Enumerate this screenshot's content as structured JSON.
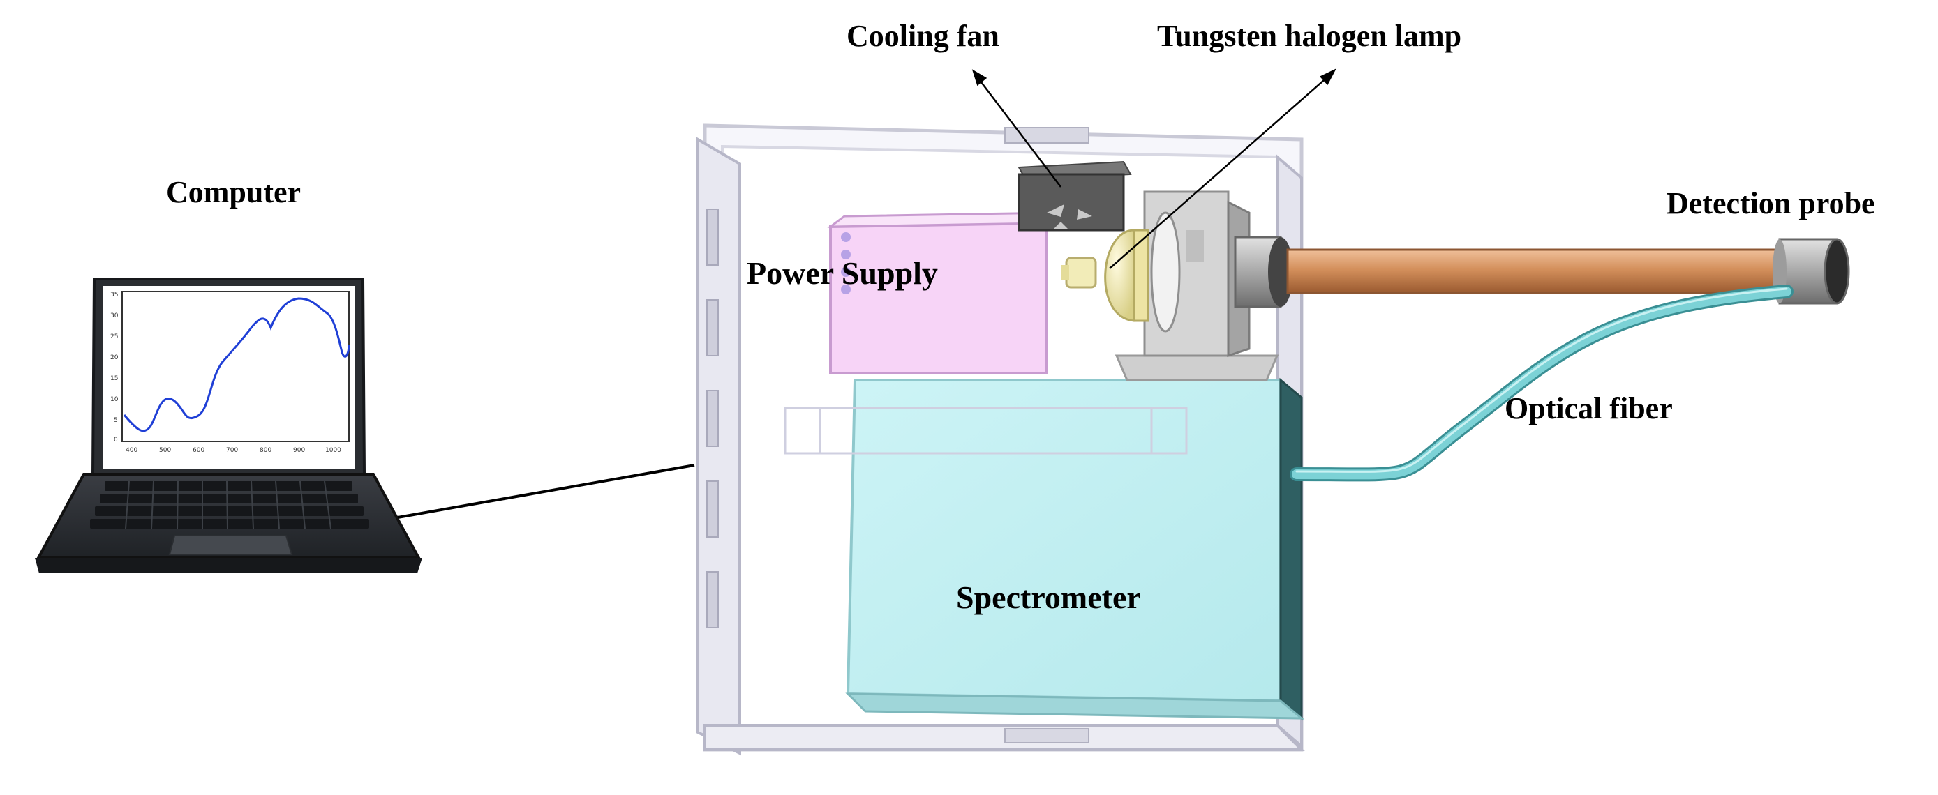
{
  "labels": {
    "cooling_fan": "Cooling fan",
    "lamp": "Tungsten halogen lamp",
    "computer": "Computer",
    "power_supply": "Power Supply",
    "detection_probe": "Detection probe",
    "optical_fiber": "Optical fiber",
    "spectrometer": "Spectrometer"
  },
  "screen_plot": {
    "x_ticks": [
      "400",
      "500",
      "600",
      "700",
      "800",
      "900",
      "1000"
    ],
    "y_ticks": [
      "35",
      "30",
      "25",
      "20",
      "15",
      "10",
      "5",
      "0"
    ]
  },
  "colors": {
    "power_supply": "#f7d4f7",
    "spectrometer": "#c8f2f4",
    "fiber": "#7cd2d6",
    "probe_tube": "#d99a6a",
    "lamp_bulb": "#f1eab0",
    "fan": "#5a5a5a",
    "laptop": "#2f3237",
    "plot_line": "#1f3fd6"
  },
  "icons": [
    "laptop-icon",
    "cooling-fan-icon",
    "lamp-icon",
    "probe-icon"
  ]
}
